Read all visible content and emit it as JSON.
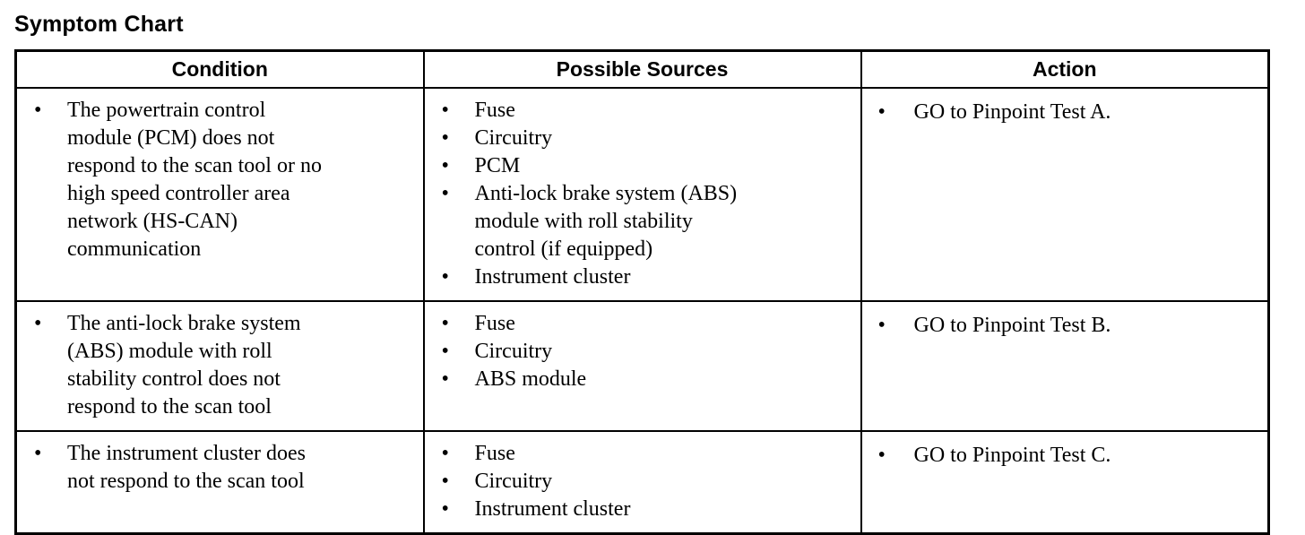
{
  "page": {
    "title": "Symptom Chart"
  },
  "table": {
    "headers": [
      "Condition",
      "Possible Sources",
      "Action"
    ],
    "bullet_glyph": "•",
    "rows": [
      {
        "condition": [
          [
            "The powertrain control",
            "module (PCM) does not",
            "respond to the scan tool or no",
            "high speed controller area",
            "network (HS-CAN)",
            "communication"
          ]
        ],
        "sources": [
          [
            "Fuse"
          ],
          [
            "Circuitry"
          ],
          [
            "PCM"
          ],
          [
            "Anti-lock brake system (ABS)",
            "module with roll stability",
            "control (if equipped)"
          ],
          [
            "Instrument cluster"
          ]
        ],
        "action": [
          [
            "GO to Pinpoint Test A."
          ]
        ]
      },
      {
        "condition": [
          [
            "The anti-lock brake system",
            "(ABS) module with roll",
            "stability control does not",
            "respond to the scan tool"
          ]
        ],
        "sources": [
          [
            "Fuse"
          ],
          [
            "Circuitry"
          ],
          [
            "ABS module"
          ]
        ],
        "action": [
          [
            "GO to Pinpoint Test B."
          ]
        ]
      },
      {
        "condition": [
          [
            "The instrument cluster does",
            "not respond to the scan tool"
          ]
        ],
        "sources": [
          [
            "Fuse"
          ],
          [
            "Circuitry"
          ],
          [
            "Instrument cluster"
          ]
        ],
        "action": [
          [
            "GO to Pinpoint Test C."
          ]
        ]
      }
    ]
  },
  "colors": {
    "text": "#000000",
    "background": "#ffffff",
    "border": "#000000"
  }
}
